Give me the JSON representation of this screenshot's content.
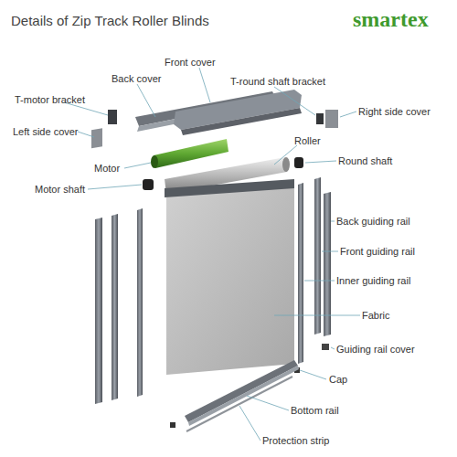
{
  "diagram": {
    "title": "Details of  Zip Track Roller Blinds",
    "labels": [
      "smartex",
      "Front cover",
      "Back cover",
      "T-round shaft bracket",
      "T-motor bracket",
      "Right side cover",
      "Left side cover",
      "Roller",
      "Motor",
      "Round shaft",
      "Motor shaft",
      "Back guiding rail",
      "Front guiding rail",
      "Inner guiding rail",
      "Fabric",
      "Guiding rail cover",
      "Cap",
      "Bottom rail",
      "Protection strip"
    ]
  }
}
